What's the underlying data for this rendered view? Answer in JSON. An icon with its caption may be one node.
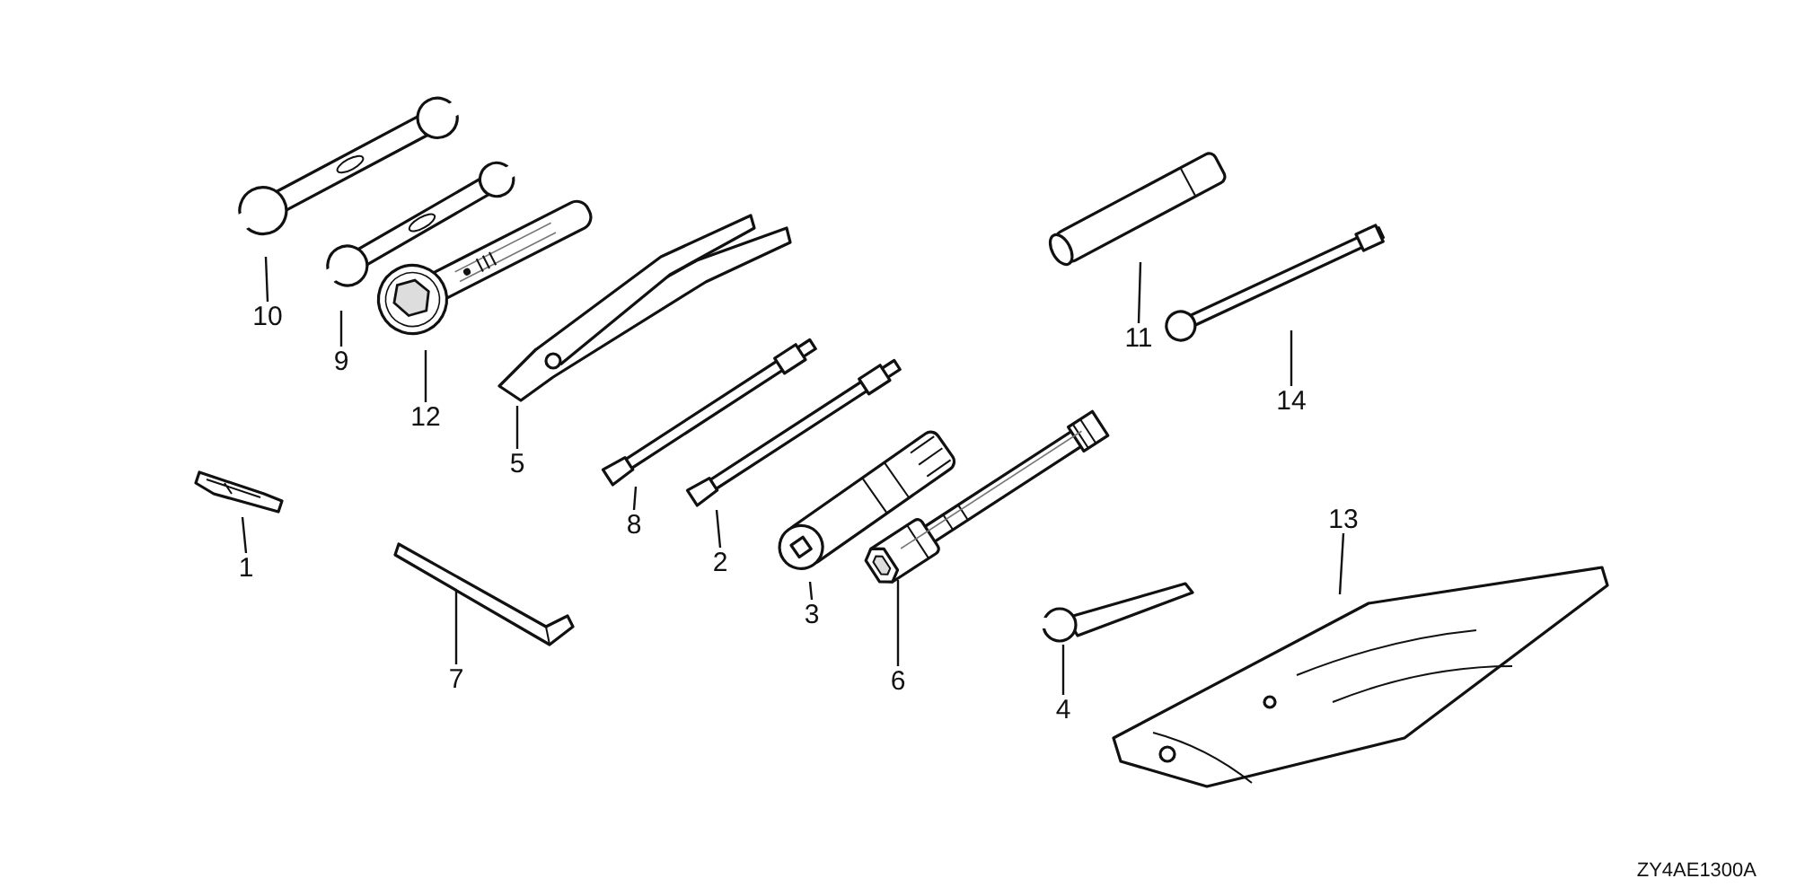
{
  "diagram": {
    "nodes": [
      {
        "text": [
          "1"
        ]
      },
      {
        "text": [
          "2"
        ]
      },
      {
        "text": [
          "3"
        ]
      },
      {
        "text": [
          "4"
        ]
      },
      {
        "text": [
          "5"
        ]
      },
      {
        "text": [
          "6"
        ]
      },
      {
        "text": [
          "7"
        ]
      },
      {
        "text": [
          "8"
        ]
      },
      {
        "text": [
          "9"
        ]
      },
      {
        "text": [
          "10"
        ]
      },
      {
        "text": [
          "11"
        ]
      },
      {
        "text": [
          "12"
        ]
      },
      {
        "text": [
          "13"
        ]
      },
      {
        "text": [
          "14"
        ]
      },
      {
        "text": [],
        "shape": "picture"
      },
      {
        "text": [],
        "shape": "picture"
      },
      {
        "text": [],
        "shape": "picture"
      },
      {
        "text": [],
        "shape": "picture"
      },
      {
        "text": [],
        "shape": "picture"
      },
      {
        "text": [],
        "shape": "picture"
      },
      {
        "text": [],
        "shape": "picture"
      },
      {
        "text": [],
        "shape": "picture"
      },
      {
        "text": [],
        "shape": "picture"
      },
      {
        "text": [],
        "shape": "picture"
      },
      {
        "text": [],
        "shape": "picture"
      },
      {
        "text": [],
        "shape": "picture"
      },
      {
        "text": [],
        "shape": "picture"
      },
      {
        "text": [],
        "shape": "picture"
      }
    ],
    "edges": [
      {
        "from": 0,
        "to": 14,
        "arrow": "none"
      },
      {
        "from": 1,
        "to": 15,
        "arrow": "none"
      },
      {
        "from": 2,
        "to": 16,
        "arrow": "none"
      },
      {
        "from": 3,
        "to": 17,
        "arrow": "none"
      },
      {
        "from": 4,
        "to": 18,
        "arrow": "none"
      },
      {
        "from": 5,
        "to": 19,
        "arrow": "none"
      },
      {
        "from": 6,
        "to": 20,
        "arrow": "none"
      },
      {
        "from": 7,
        "to": 21,
        "arrow": "none"
      },
      {
        "from": 8,
        "to": 22,
        "arrow": "none"
      },
      {
        "from": 9,
        "to": 23,
        "arrow": "none"
      },
      {
        "from": 10,
        "to": 24,
        "arrow": "none"
      },
      {
        "from": 11,
        "to": 25,
        "arrow": "none"
      },
      {
        "from": 12,
        "to": 26,
        "arrow": "none"
      },
      {
        "from": 13,
        "to": 27,
        "arrow": "none"
      }
    ],
    "labels": [
      "ZY4AE1300A"
    ]
  }
}
